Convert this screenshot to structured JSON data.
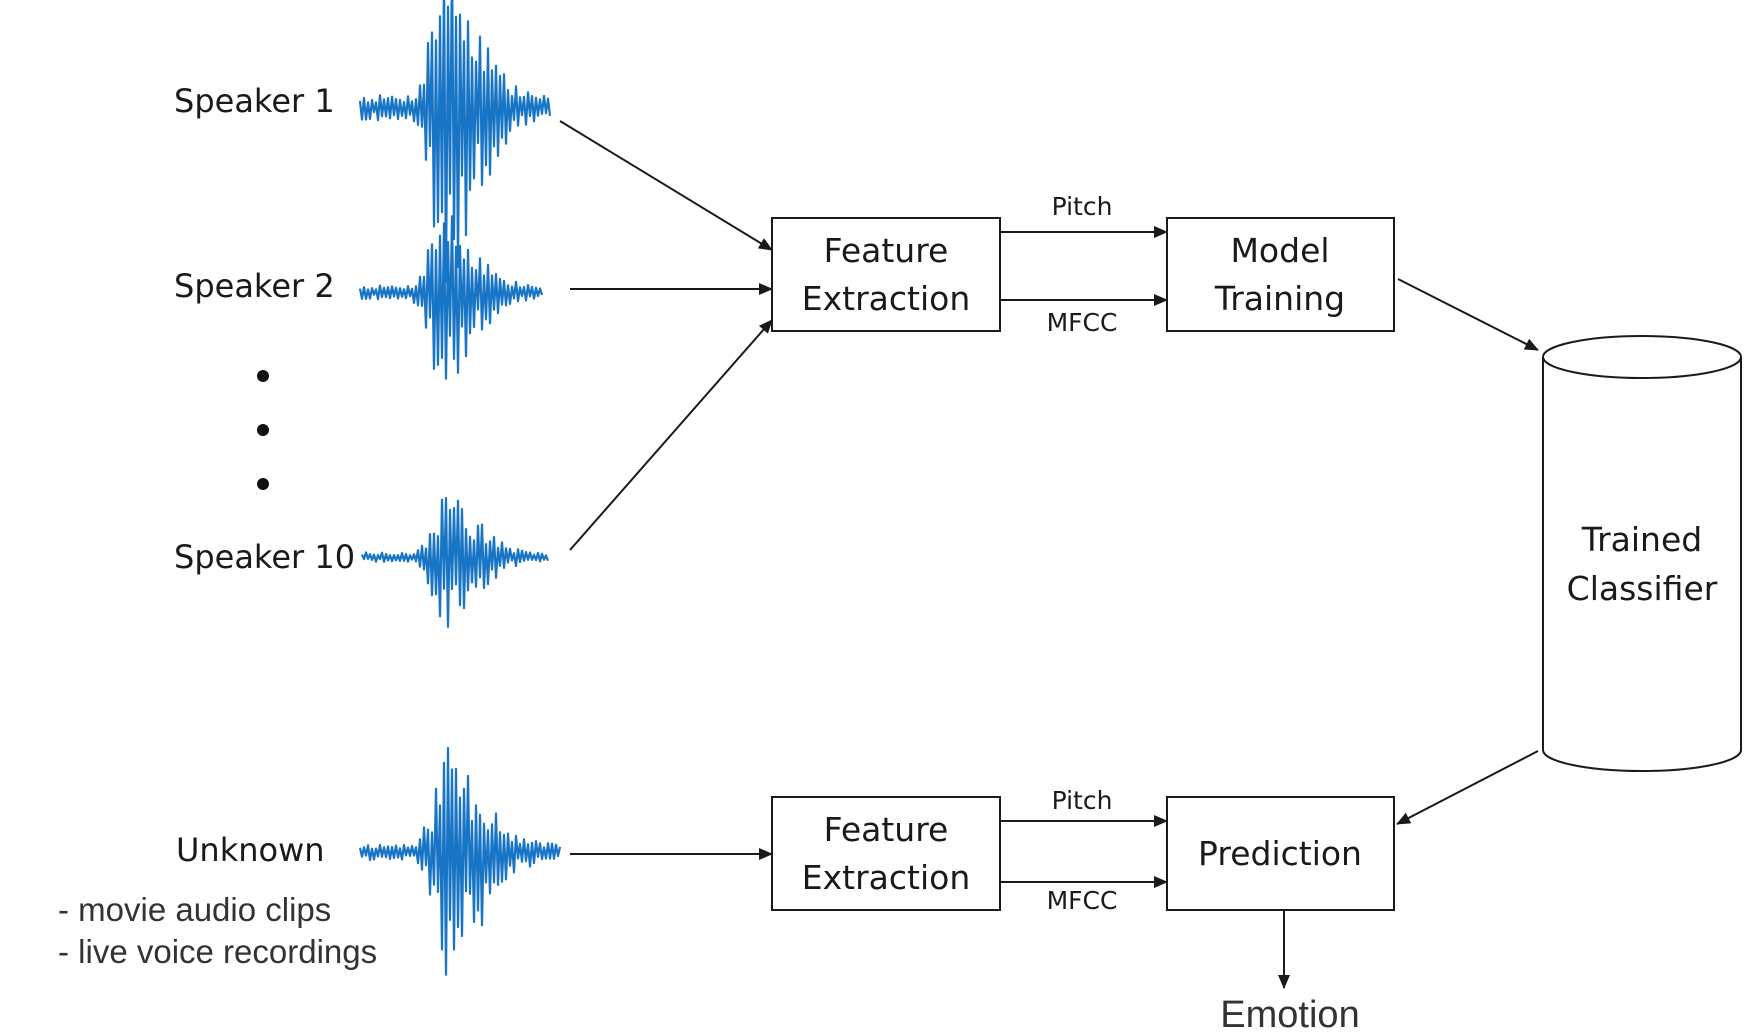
{
  "speakers": {
    "speaker_1": "Speaker 1",
    "speaker_2": "Speaker 2",
    "speaker_10": "Speaker 10",
    "unknown": "Unknown",
    "unknown_sources": [
      "- movie audio clips",
      "- live voice recordings"
    ]
  },
  "training": {
    "feature_extraction": [
      "Feature",
      "Extraction"
    ],
    "feature_top": "Pitch",
    "feature_bottom": "MFCC",
    "model_training": [
      "Model",
      "Training"
    ]
  },
  "classifier": [
    "Trained",
    "Classifier"
  ],
  "testing": {
    "feature_extraction": [
      "Feature",
      "Extraction"
    ],
    "feature_top": "Pitch",
    "feature_bottom": "MFCC",
    "prediction": "Prediction"
  },
  "output": "Emotion",
  "colors": {
    "waveform": "#1874c4",
    "stroke": "#1a1a1a"
  }
}
